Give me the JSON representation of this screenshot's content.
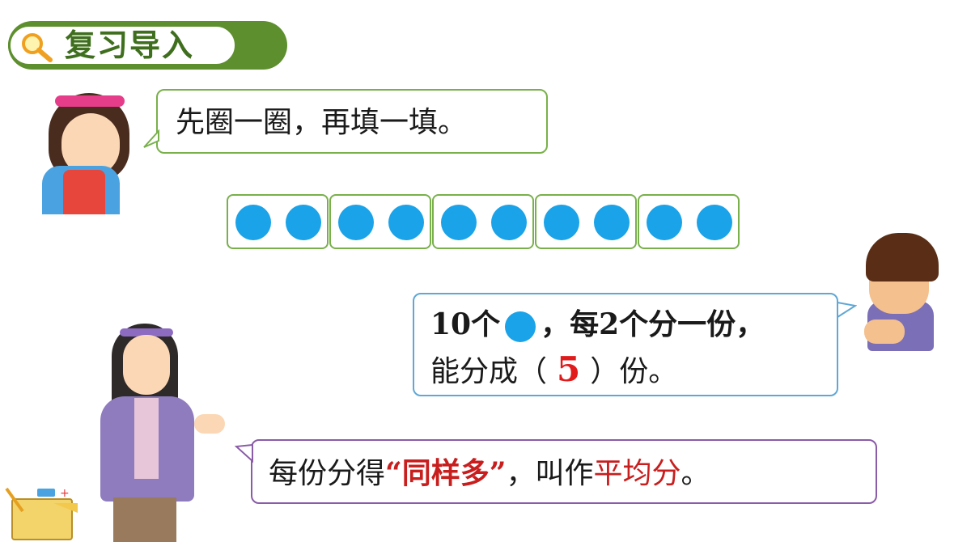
{
  "section": {
    "title": "复习导入",
    "icon": "magnifier-icon"
  },
  "bubble1": {
    "text": "先圈一圈，再填一填。"
  },
  "dots": {
    "groups": 5,
    "per_group": 2,
    "color": "#1aa3e8"
  },
  "bubble2": {
    "line1_a": "10个",
    "line1_b": "，每2个分一份，",
    "line2_a": "能分成（",
    "answer": "5",
    "line2_b": "）份。"
  },
  "bubble3": {
    "prefix": "每份分得",
    "quote": "“同样多”",
    "middle": "，叫作",
    "term": "平均分",
    "suffix": "。"
  },
  "colors": {
    "accent": "#5e8f2e",
    "dot": "#1aa3e8",
    "answer": "#e11b1b"
  }
}
